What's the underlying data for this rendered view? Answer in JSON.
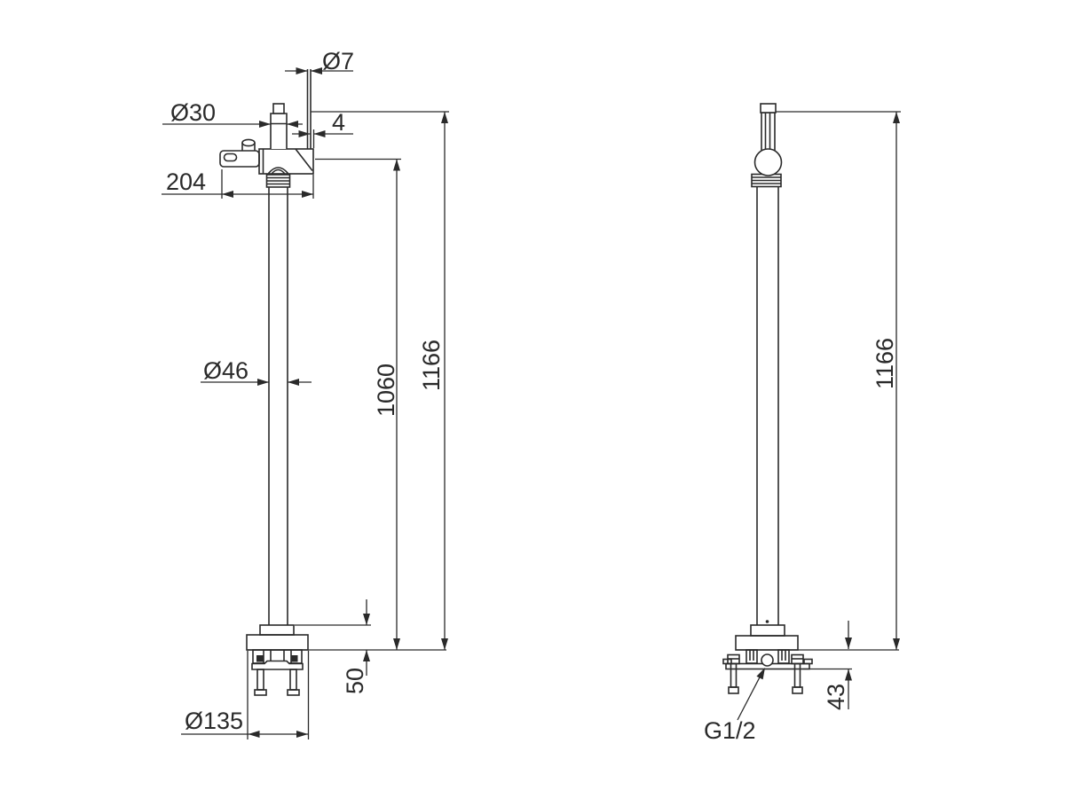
{
  "colors": {
    "line": "#2a2a2a",
    "background": "#ffffff"
  },
  "front_view": {
    "dims": {
      "hose_diameter": "Ø7",
      "handle_diameter": "Ø30",
      "hose_offset": "4",
      "body_width": "204",
      "column_diameter": "Ø46",
      "spout_height": "1060",
      "total_height": "1166",
      "base_height": "50",
      "base_diameter": "Ø135"
    }
  },
  "side_view": {
    "dims": {
      "total_height": "1166",
      "underfloor_depth": "43",
      "connection_thread": "G1/2"
    }
  }
}
